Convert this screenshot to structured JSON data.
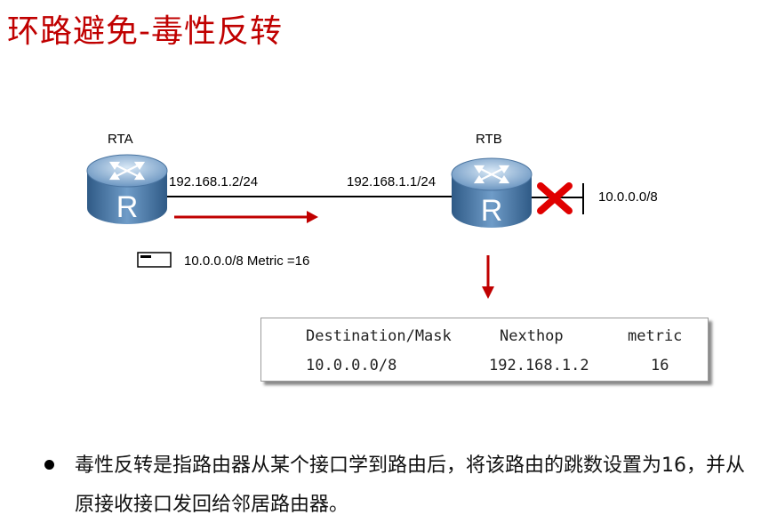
{
  "title": "环路避免-毒性反转",
  "diagram": {
    "routers": [
      {
        "name": "RTA",
        "icon_letter": "R"
      },
      {
        "name": "RTB",
        "icon_letter": "R"
      }
    ],
    "rta_interface_ip": "192.168.1.2/24",
    "rtb_interface_ip": "192.168.1.1/24",
    "failed_network": "10.0.0.0/8",
    "update_message": "10.0.0.0/8 Metric =16",
    "colors": {
      "arrow": "#c00000",
      "failure_x": "#e00000",
      "router_body": "#3f6f9f"
    }
  },
  "route_table": {
    "headers": {
      "destination": "Destination/Mask",
      "nexthop": "Nexthop",
      "metric": "metric"
    },
    "row": {
      "destination": "10.0.0.0/8",
      "nexthop": "192.168.1.2",
      "metric": "16"
    }
  },
  "bullet": "毒性反转是指路由器从某个接口学到路由后，将该路由的跳数设置为16，并从原接收接口发回给邻居路由器。"
}
